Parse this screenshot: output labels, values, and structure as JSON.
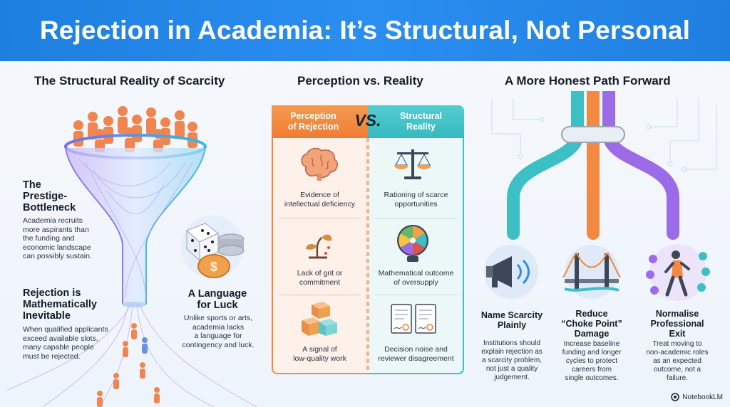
{
  "title": "Rejection in Academia: It’s Structural, Not Personal",
  "left": {
    "section_title": "The Structural Reality of Scarcity",
    "prestige": {
      "title_line1": "The",
      "title_line2": "Prestige-",
      "title_line3": "Bottleneck",
      "body_lines": [
        "Academia recruits",
        "more aspirants than",
        "the funding and",
        "economic landscape",
        "can possibly sustain."
      ]
    },
    "inevitable": {
      "title_line1": "Rejection is",
      "title_line2": "Mathematically",
      "title_line3": "Inevitable",
      "body_lines": [
        "When qualified applicants",
        "exceed available slots,",
        "many capable people",
        "must be rejected."
      ]
    },
    "luck": {
      "title_line1": "A Language",
      "title_line2": "for Luck",
      "body_lines": [
        "Unlike sports or arts,",
        "academia lacks",
        "a language for",
        "contingency and luck."
      ]
    }
  },
  "middle": {
    "section_title": "Perception vs. Reality",
    "left_header_line1": "Perception",
    "left_header_line2": "of Rejection",
    "vs_label": "VS.",
    "right_header_line1": "Structural",
    "right_header_line2": "Reality",
    "rows": [
      {
        "perception": [
          "Evidence of",
          "intellectual deficiency"
        ],
        "reality": [
          "Rationing of scarce",
          "opportunities"
        ],
        "left_icon": "brain-icon",
        "right_icon": "scales-icon"
      },
      {
        "perception": [
          "Lack of grit or",
          "commitment"
        ],
        "reality": [
          "Mathematical outcome",
          "of oversupply"
        ],
        "left_icon": "wilting-plant-icon",
        "right_icon": "prize-wheel-icon"
      },
      {
        "perception": [
          "A signal of",
          "low-quality work"
        ],
        "reality": [
          "Decision noise and",
          "reviewer disagreement"
        ],
        "left_icon": "blocks-icon",
        "right_icon": "documents-icon"
      }
    ]
  },
  "right": {
    "section_title": "A More Honest Path Forward",
    "cards": [
      {
        "title_lines": [
          "Name Scarcity",
          "Plainly"
        ],
        "body_lines": [
          "Institutions should",
          "explain rejection as",
          "a scarcity problem,",
          "not just a quality",
          "judgement."
        ],
        "icon": "megaphone-icon"
      },
      {
        "title_lines": [
          "Reduce",
          "“Choke Point”",
          "Damage"
        ],
        "body_lines": [
          "Increase baseline",
          "funding and longer",
          "cycles to protect",
          "careers from",
          "single outcomes."
        ],
        "icon": "bridge-icon"
      },
      {
        "title_lines": [
          "Normalise",
          "Professional",
          "Exit"
        ],
        "body_lines": [
          "Treat moving to",
          "non-academic roles",
          "as an expected",
          "outcome, not a",
          "failure."
        ],
        "icon": "walking-person-icon"
      }
    ]
  },
  "footer": {
    "brand": "NotebookLM"
  },
  "colors": {
    "banner": "#2a8ef0",
    "orange": "#ef7d33",
    "teal": "#35b9bf",
    "purple": "#9b6be8"
  }
}
